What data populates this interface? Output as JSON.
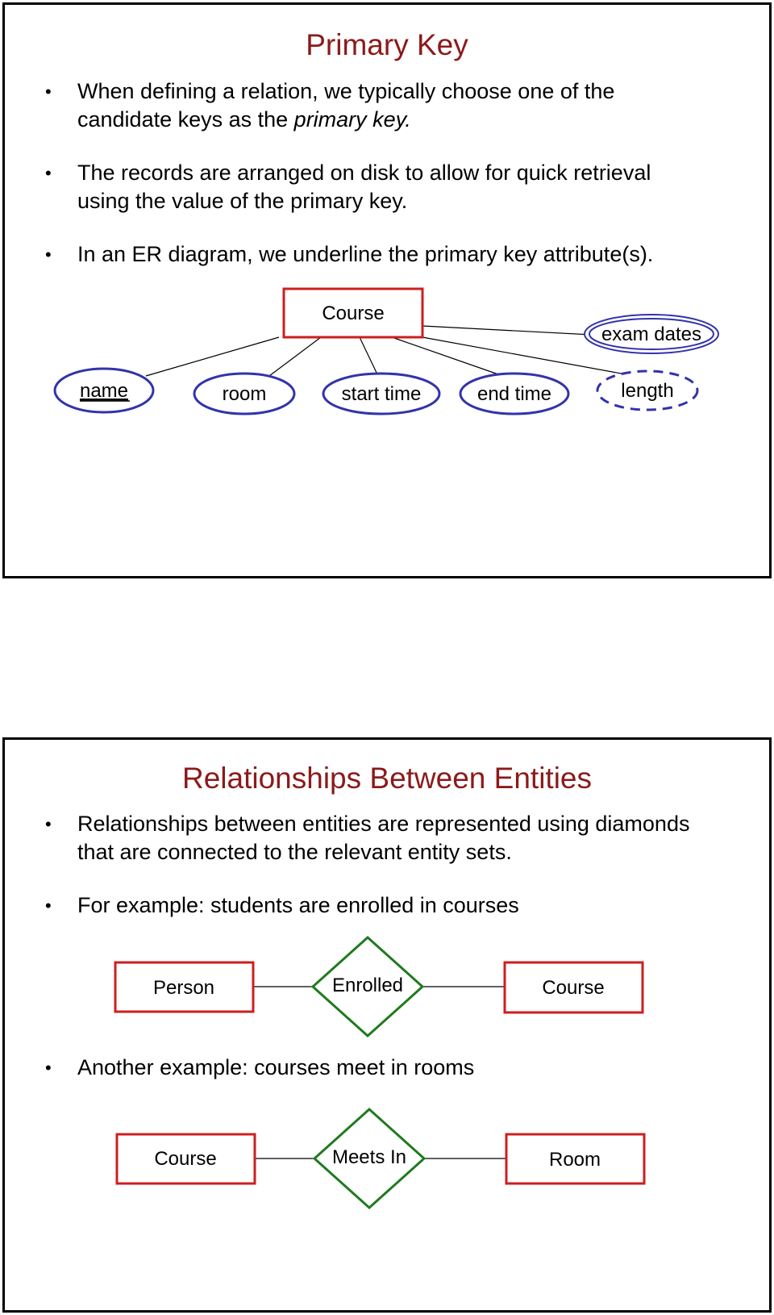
{
  "slides": [
    {
      "title": "Primary Key",
      "bullets": [
        {
          "lines": [
            "When defining a relation, we typically choose one of the"
          ],
          "line2_prefix": "candidate keys as the ",
          "line2_italic": "primary key."
        },
        {
          "lines": [
            "The records are arranged on disk to allow for quick retrieval",
            "using the value of the primary key."
          ]
        },
        {
          "lines": [
            "In an ER diagram, we underline the primary key attribute(s)."
          ]
        }
      ],
      "er_diagram": {
        "entity": "Course",
        "attributes": {
          "name": "name",
          "room": "room",
          "start_time": "start time",
          "end_time": "end time",
          "exam_dates": "exam dates",
          "length": "length"
        },
        "colors": {
          "entity": "#cc1f1f",
          "attribute": "#3333aa"
        }
      }
    },
    {
      "title": "Relationships Between Entities",
      "bullets": [
        {
          "lines": [
            "Relationships between entities are represented using diamonds",
            "that are connected to the relevant entity sets."
          ]
        },
        {
          "lines": [
            "For example: students are enrolled in courses"
          ]
        },
        {
          "lines": [
            "Another example: courses meet in rooms"
          ]
        }
      ],
      "relationship1": {
        "left": "Person",
        "diamond": "Enrolled",
        "right": "Course"
      },
      "relationship2": {
        "left": "Course",
        "diamond": "Meets In",
        "right": "Room"
      },
      "colors": {
        "entity": "#cc1f1f",
        "relationship": "#1f7a1f"
      }
    }
  ]
}
